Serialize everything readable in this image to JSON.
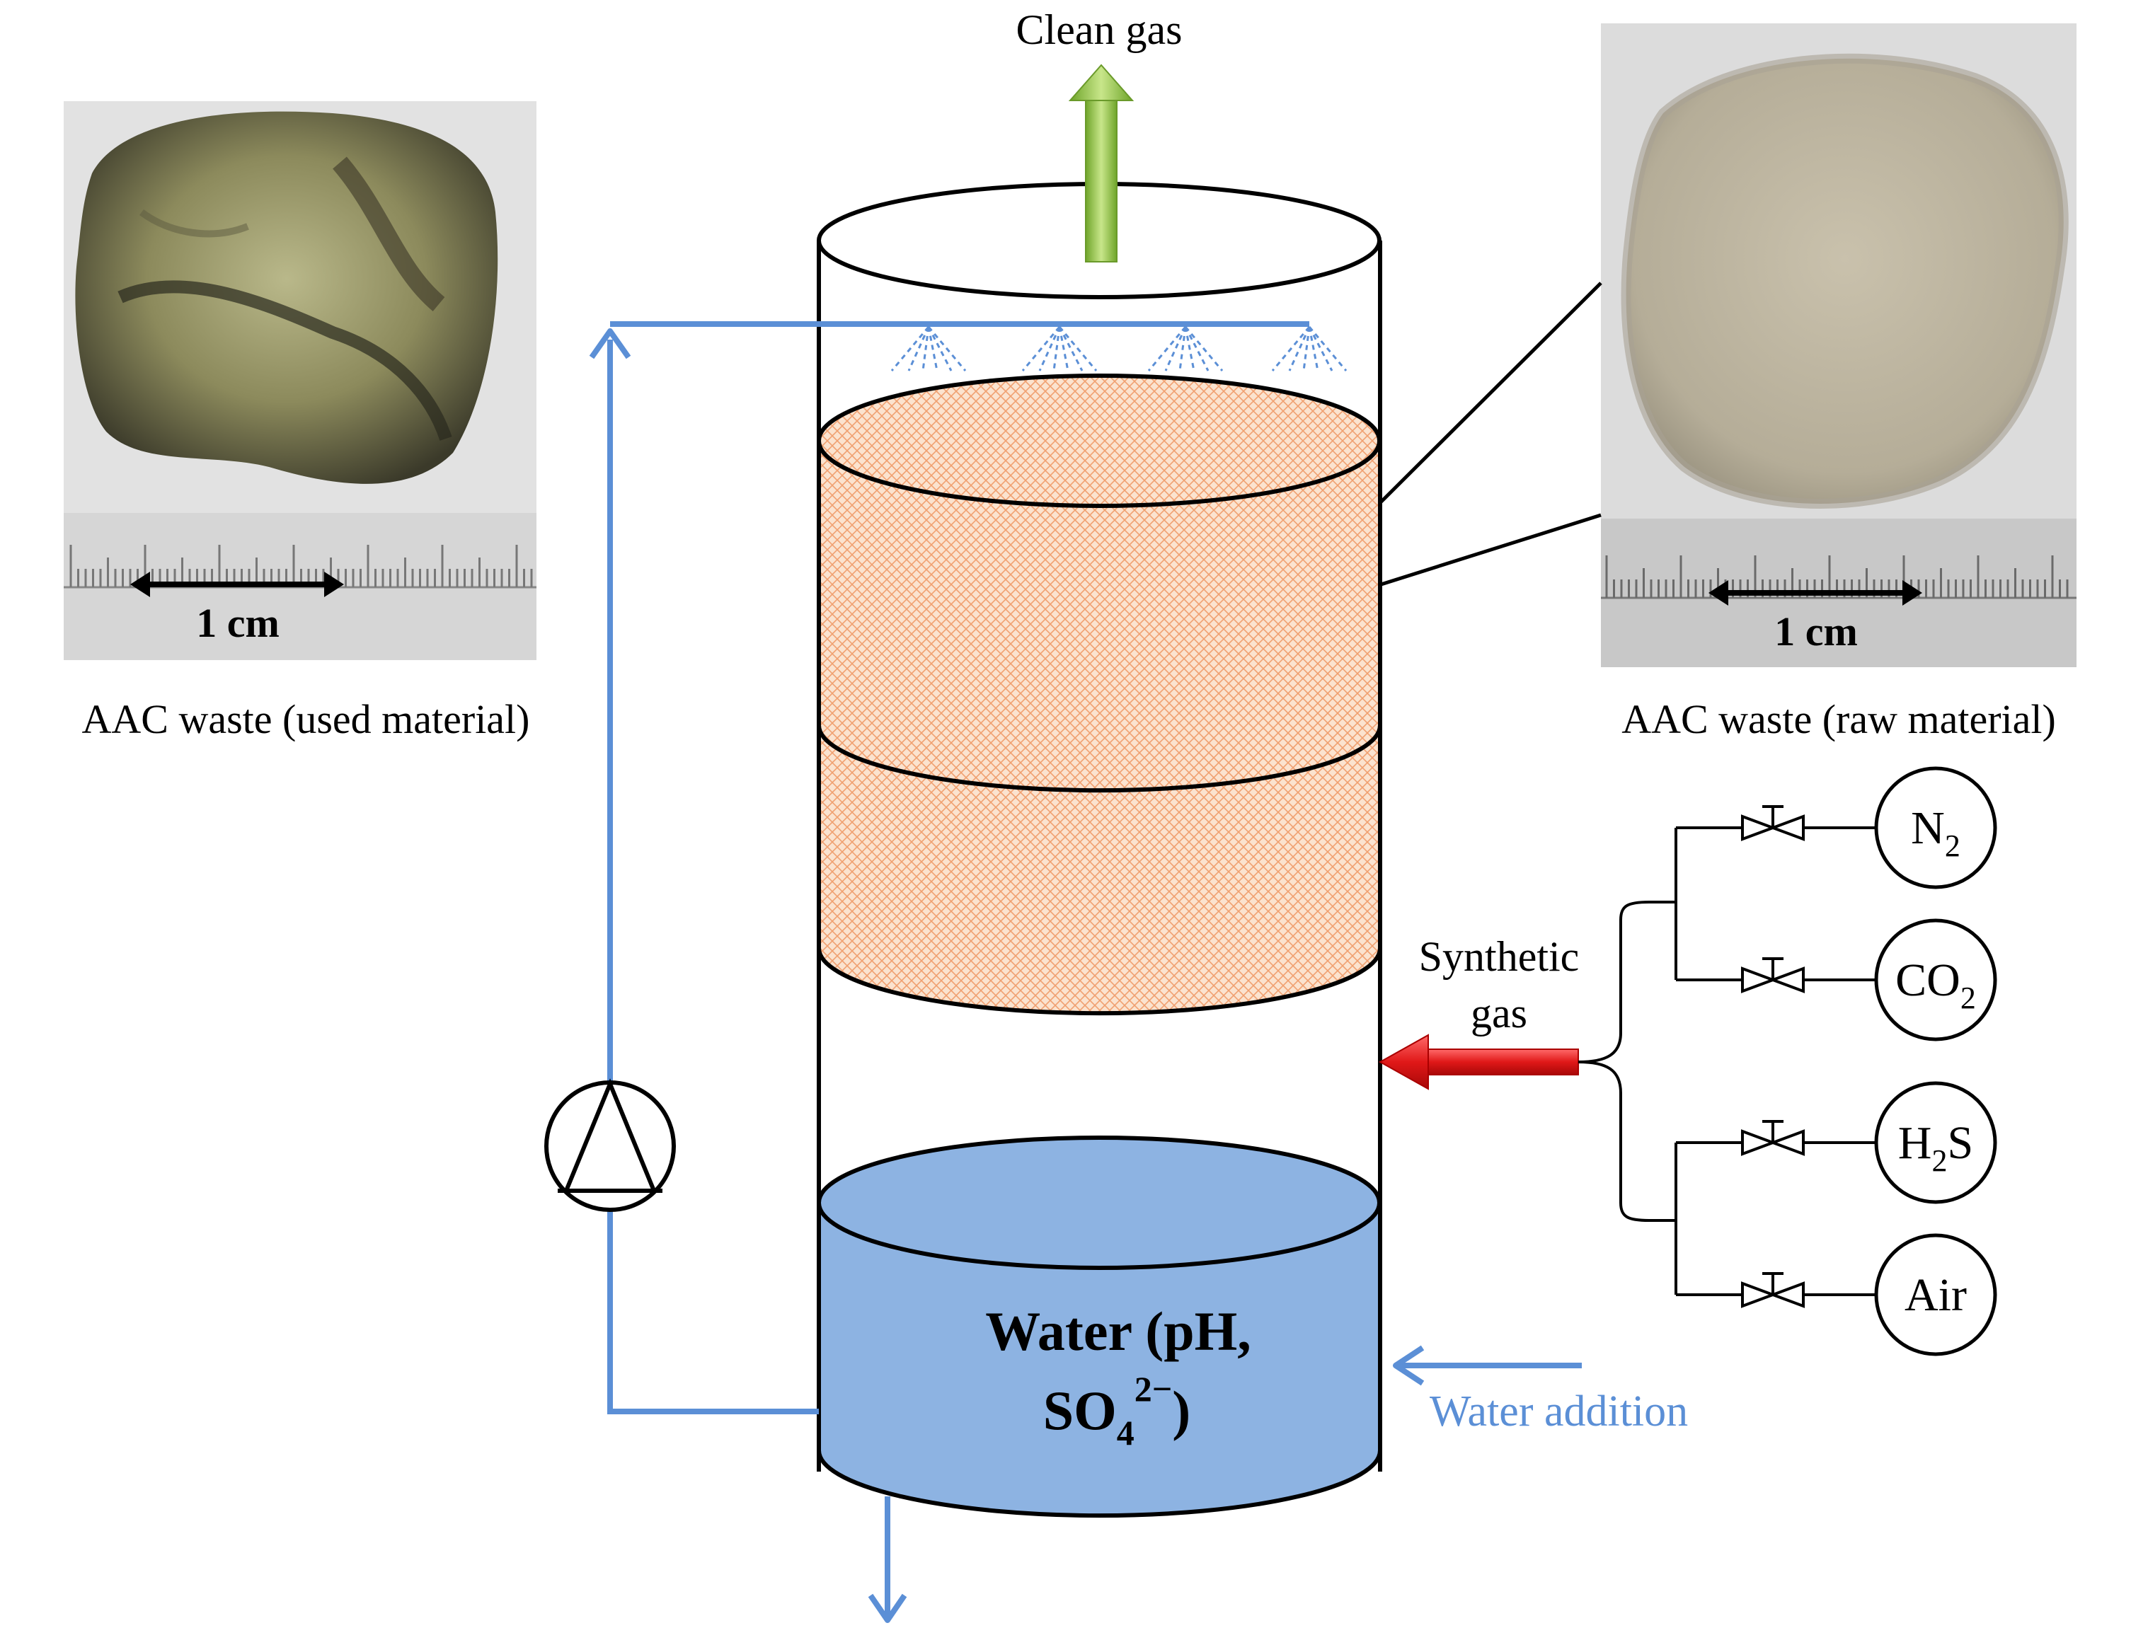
{
  "labels": {
    "clean_gas": "Clean gas",
    "used_material": "AAC waste (used material)",
    "raw_material": "AAC waste (raw material)",
    "scale_left": "1 cm",
    "scale_right": "1 cm",
    "synthetic_gas_line1": "Synthetic",
    "synthetic_gas_line2": "gas",
    "water_addition": "Water addition",
    "water_line1": "Water (pH,",
    "water_line2_main": "SO",
    "water_line2_sub": "4",
    "water_line2_sup": "2−",
    "water_line2_close": ")"
  },
  "gases": [
    {
      "main": "N",
      "sub": "2",
      "tail": ""
    },
    {
      "main": "CO",
      "sub": "2",
      "tail": ""
    },
    {
      "main": "H",
      "sub": "2",
      "tail": "S"
    },
    {
      "main": "Air",
      "sub": "",
      "tail": ""
    }
  ],
  "colors": {
    "recirculation_line": "#5b8fd6",
    "water_fill": "#8db3e2",
    "packing_fill": "#fbe3cf",
    "packing_mesh": "#f0a070",
    "clean_gas_arrow": "#9ac93e",
    "synthetic_gas_arrow": "#e02020",
    "water_addition_text": "#5b8fd6"
  },
  "icons": {
    "pump": "pump-icon",
    "valve": "valve-icon",
    "spray": "spray-nozzle-icon"
  }
}
